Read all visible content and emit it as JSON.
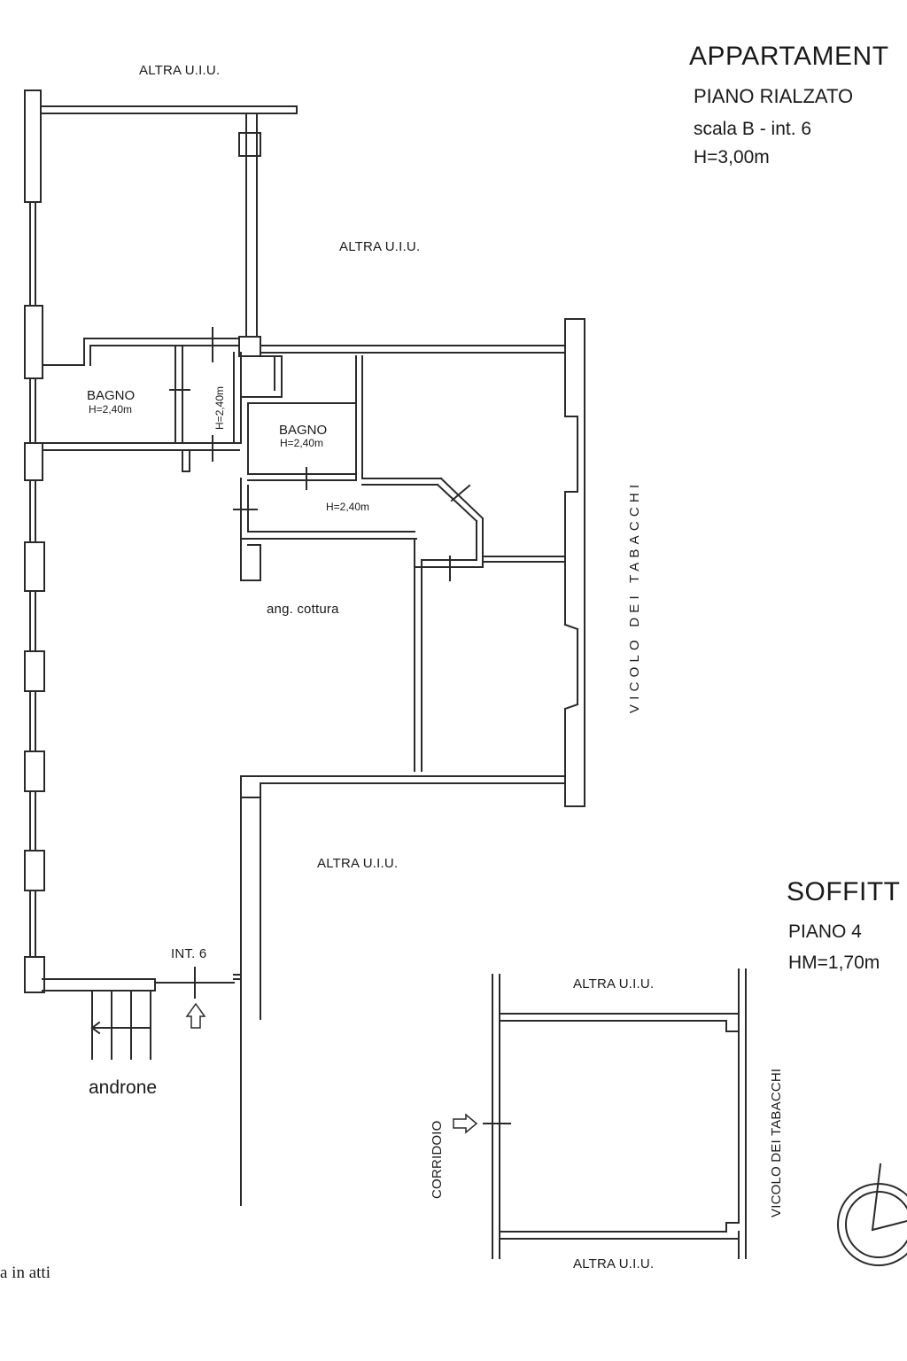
{
  "title_block_1": {
    "title": "APPARTAMENT",
    "floor": "PIANO RIALZATO",
    "unit": "scala B - int. 6",
    "height": "H=3,00m"
  },
  "title_block_2": {
    "title": "SOFFITT",
    "floor": "PIANO 4",
    "height": "HM=1,70m"
  },
  "labels": {
    "altra_top": "ALTRA U.I.U.",
    "altra_mid": "ALTRA U.I.U.",
    "altra_low": "ALTRA U.I.U.",
    "altra_attic_top": "ALTRA U.I.U.",
    "altra_attic_bottom": "ALTRA U.I.U.",
    "bagno_1": "BAGNO",
    "bagno_1_h": "H=2,40m",
    "bagno_2": "BAGNO",
    "bagno_2_h": "H=2,40m",
    "closet_h": "H=2,40m",
    "corridor_h": "H=2,40m",
    "kitchen": "ang. cottura",
    "street": "VICOLO DEI TABACCHI",
    "street_attic": "VICOLO DEI TABACCHI",
    "entrance": "INT. 6",
    "androne": "androne",
    "corridoio": "CORRIDOIO",
    "footer_note": "a in atti"
  }
}
